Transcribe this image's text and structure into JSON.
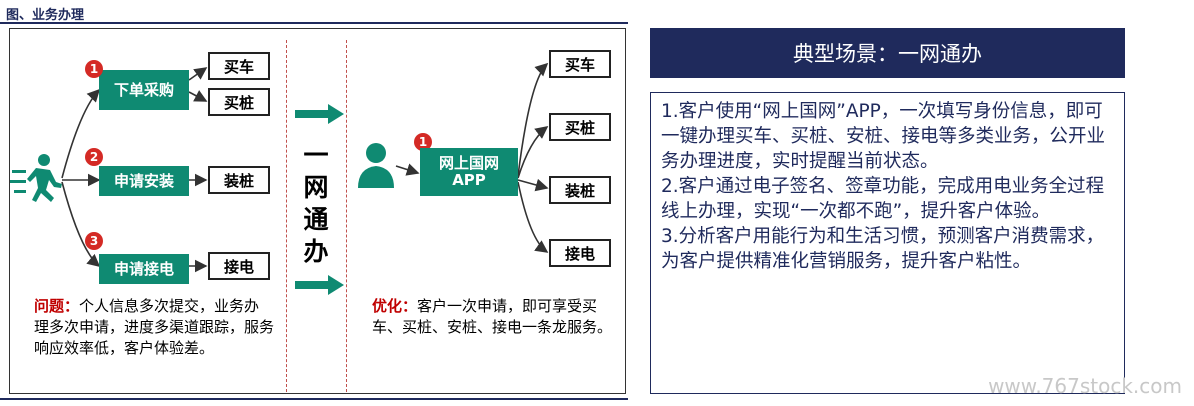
{
  "figure_title": "图、业务办理",
  "left": {
    "steps": [
      {
        "num": "1",
        "label": "下单采购"
      },
      {
        "num": "2",
        "label": "申请安装"
      },
      {
        "num": "3",
        "label": "申请接电"
      }
    ],
    "outcomes": [
      "买车",
      "买桩",
      "装桩",
      "接电"
    ],
    "problem_label": "问题：",
    "problem_text": "个人信息多次提交，业务办理多次申请，进度多渠道跟踪，服务响应效率低，客户体验差。"
  },
  "middle_text": "一\n网\n通\n办",
  "right": {
    "num": "1",
    "app_line1": "网上国网",
    "app_line2": "APP",
    "outcomes": [
      "买车",
      "买桩",
      "装桩",
      "接电"
    ],
    "opt_label": "优化：",
    "opt_text": "客户一次申请，即可享受买车、买桩、安桩、接电一条龙服务。"
  },
  "scene": {
    "title": "典型场景：一网通办",
    "items": [
      "1.客户使用“网上国网”APP，一次填写身份信息，即可一键办理买车、买桩、安桩、接电等多类业务，公开业务办理进度，实时提醒当前状态。",
      "2.客户通过电子签名、签章功能，完成用电业务全过程线上办理，实现“一次都不跑”，提升客户体验。",
      "3.分析客户用能行为和生活习惯，预测客户消费需求，为客户提供精准化营销服务，提升客户粘性。"
    ]
  },
  "watermark": "www.767stock.com",
  "colors": {
    "green": "#0f8a72",
    "navy": "#1f2a5c",
    "red": "#d42a25"
  }
}
